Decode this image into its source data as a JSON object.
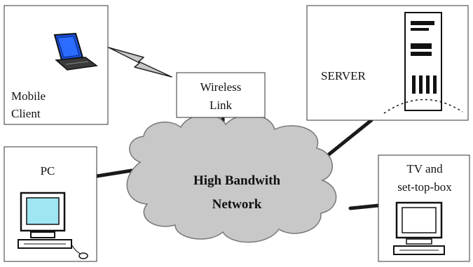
{
  "nodes": {
    "mobile_client": {
      "label_line1": "Mobile",
      "label_line2": "Client"
    },
    "wireless_link": {
      "label_line1": "Wireless",
      "label_line2": "Link"
    },
    "server": {
      "label": "SERVER"
    },
    "pc": {
      "label": "PC"
    },
    "tv": {
      "label_line1": "TV and",
      "label_line2": "set-top-box"
    },
    "network": {
      "label_line1": "High Bandwith",
      "label_line2": "Network"
    }
  },
  "colors": {
    "cloud_fill": "#c8c8c8",
    "screen_fill": "#9fe6f2",
    "laptop_screen": "#1a4fd8",
    "line": "#1a1a1a"
  }
}
